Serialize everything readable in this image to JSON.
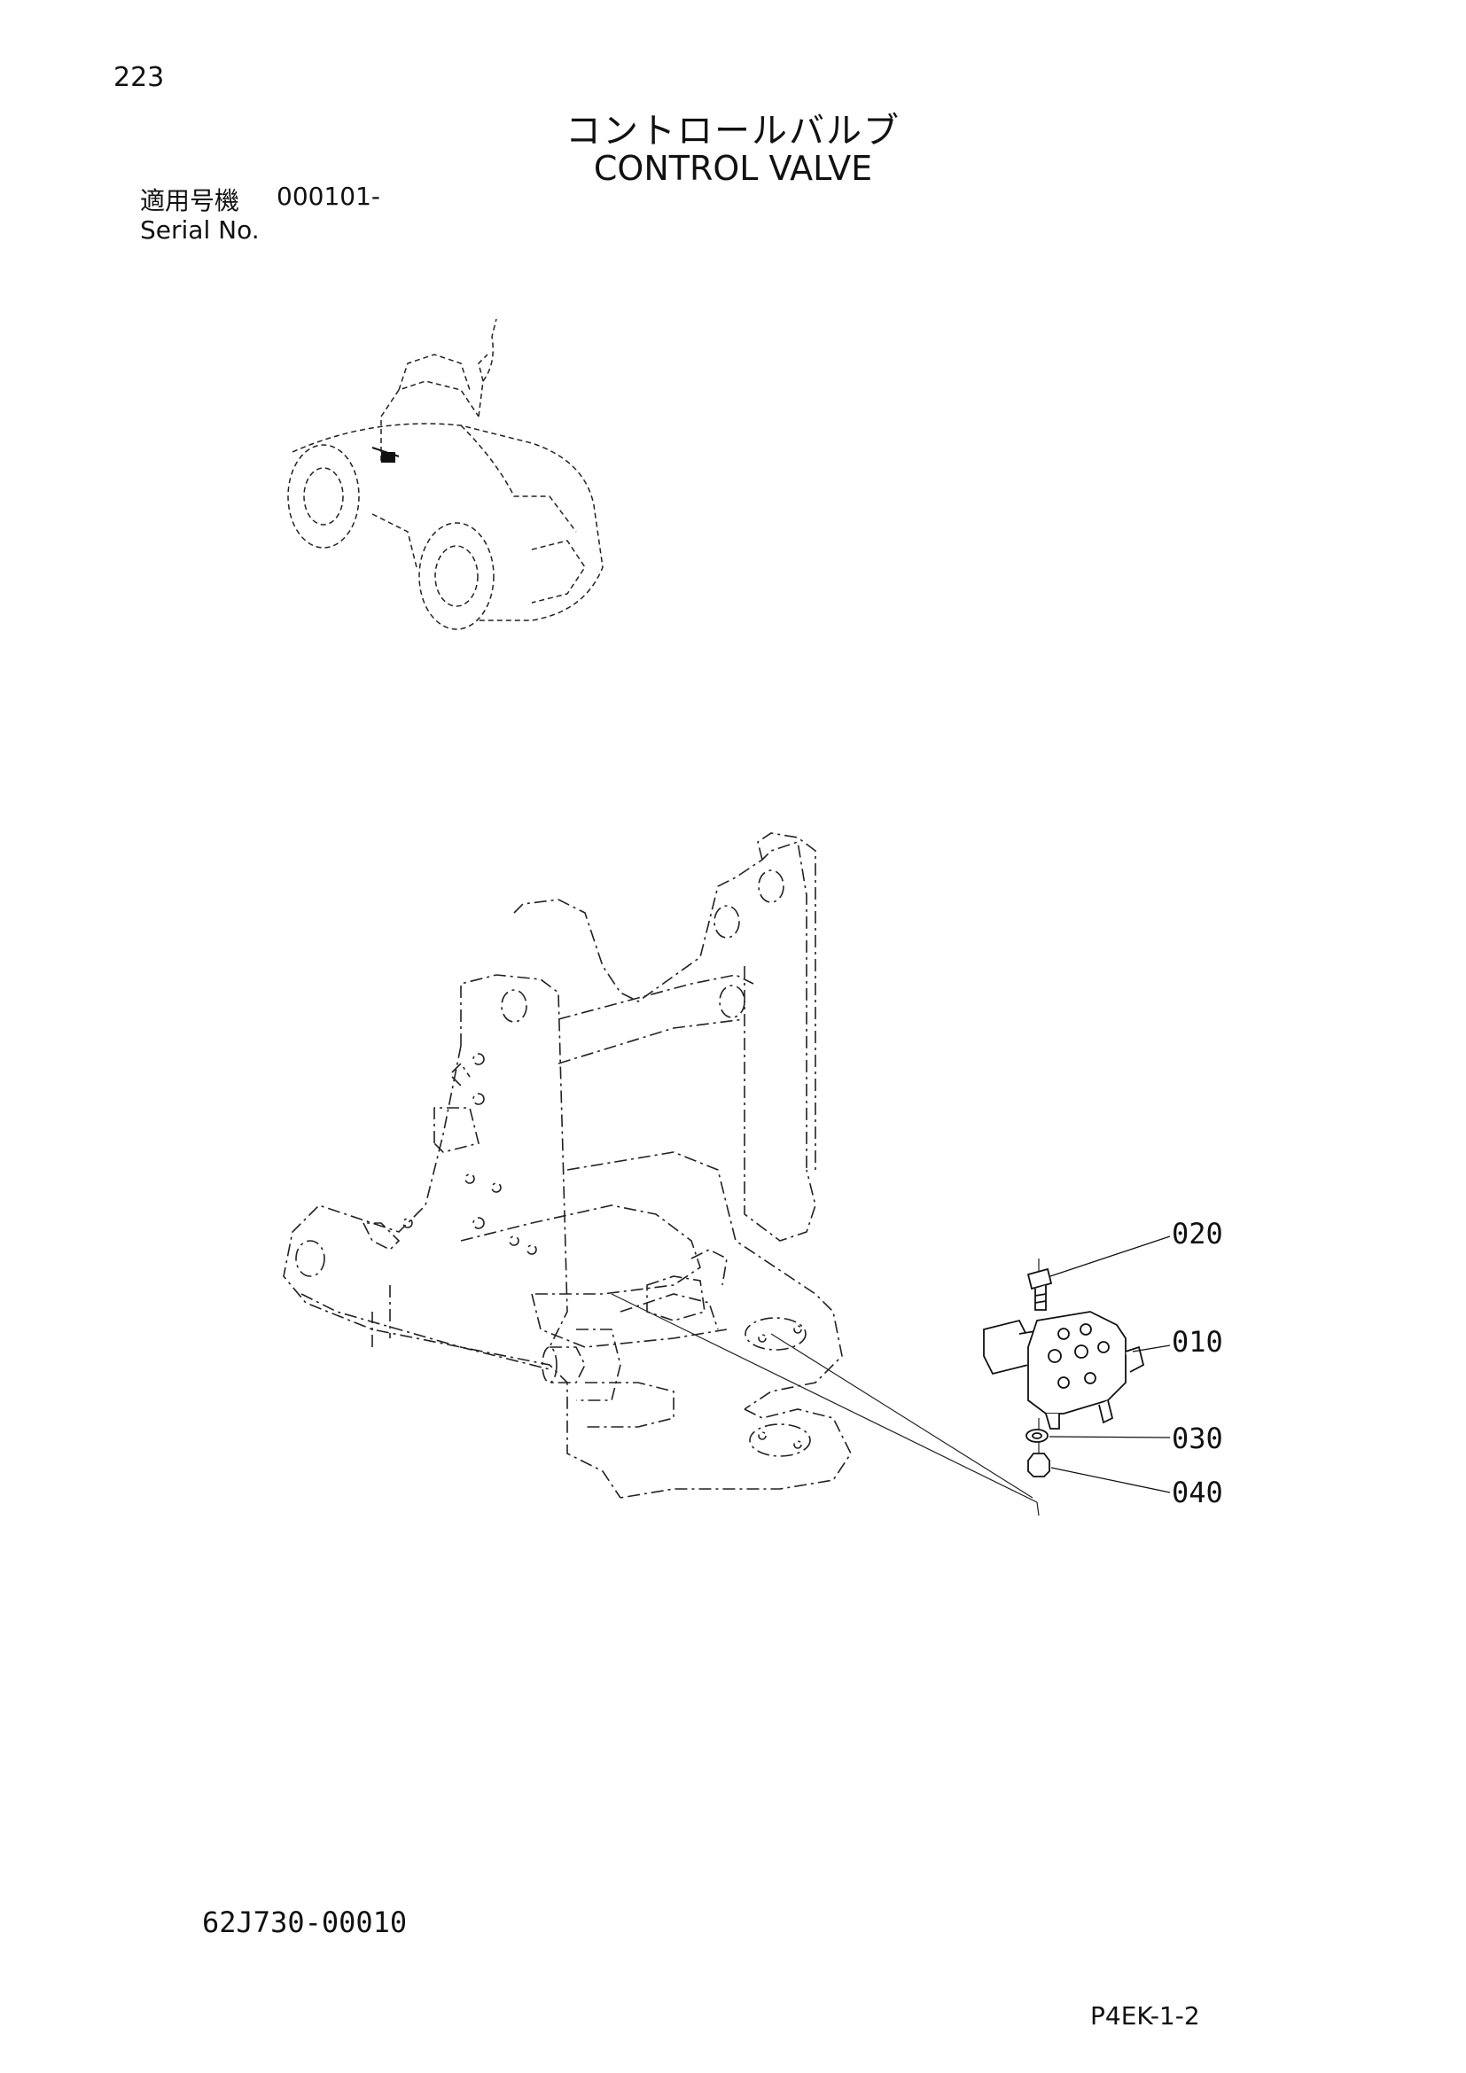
{
  "header": {
    "page_number": "223",
    "title_jp": "コントロールバルブ",
    "title_en": "CONTROL VALVE",
    "serial_label_jp": "適用号機",
    "serial_value": "000101-",
    "serial_label_en": "Serial No."
  },
  "callouts": {
    "c020": "020",
    "c010": "010",
    "c030": "030",
    "c040": "040"
  },
  "footer": {
    "drawing_number": "62J730-00010",
    "page_code": "P4EK-1-2"
  }
}
